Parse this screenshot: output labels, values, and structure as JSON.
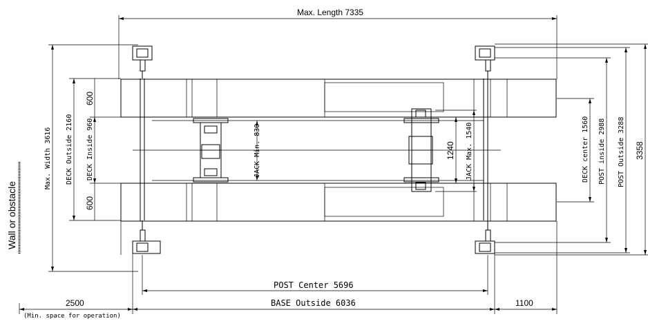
{
  "labels": {
    "max_length": "Max. Length 7335",
    "max_width": "Max. Width 3616",
    "deck_outside": "DECK Outside 2160",
    "deck_inside": "DECK Inside 960",
    "top_600": "600",
    "bottom_600": "600",
    "jack_min": "JACK Min. 830",
    "jack_max": "JACK Max. 1540",
    "dim_1240": "1240",
    "deck_center": "DECK center 1560",
    "post_inside": "POST inside 2988",
    "post_outside": "POST Outside 3288",
    "dim_3358": "3358",
    "post_center": "POST Center 5696",
    "base_outside": "BASE Outside 6036",
    "dim_2500": "2500",
    "dim_1100": "1100",
    "min_space": "(Min. space for operation)",
    "wall": "Wall or obstacle"
  }
}
